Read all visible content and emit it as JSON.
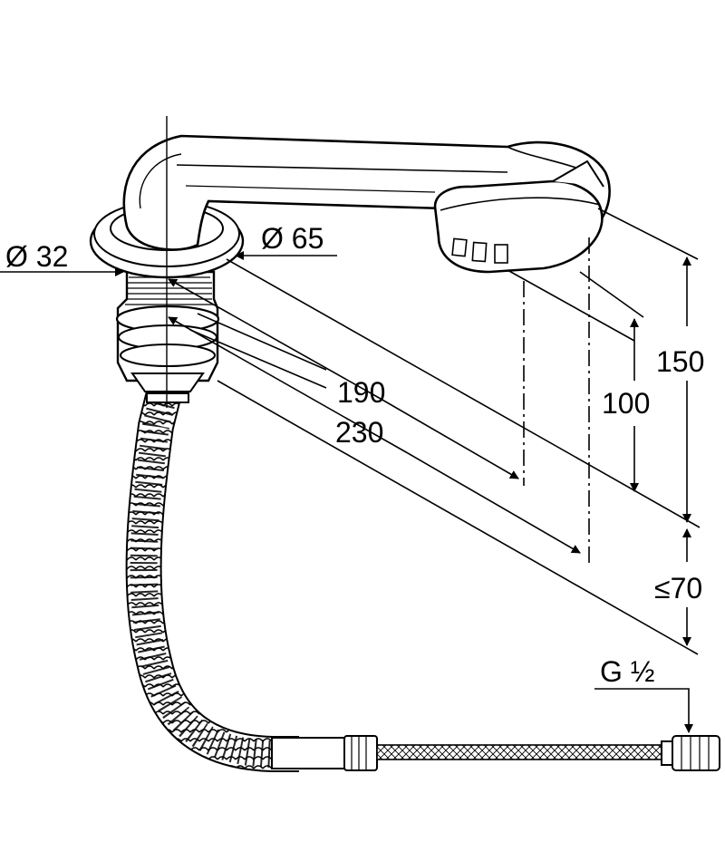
{
  "dimensions": {
    "d32": "Ø 32",
    "d65": "Ø 65",
    "l190": "190",
    "l230": "230",
    "h100": "100",
    "h150": "150",
    "h70": "≤70",
    "thread": "G ½"
  },
  "colors": {
    "stroke": "#000000",
    "fill": "#ffffff",
    "shade": "#e6e6e6"
  }
}
